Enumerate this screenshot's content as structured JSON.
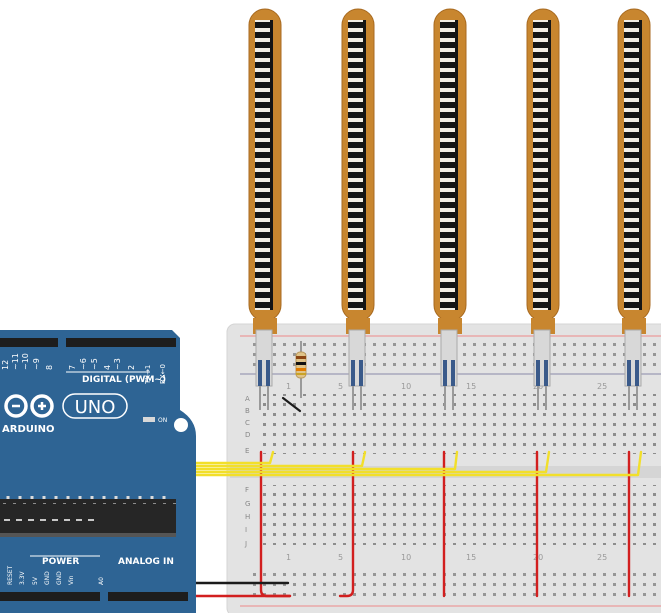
{
  "arduino": {
    "brand": "ARDUINO",
    "model": "UNO",
    "digital_label": "DIGITAL (PWM~)",
    "on_label": "ON",
    "power_label": "POWER",
    "analog_label": "ANALOG IN",
    "digital_pins": [
      "12",
      "~11",
      "~10",
      "~9",
      "8",
      "7",
      "~6",
      "~5",
      "4",
      "~3",
      "2",
      "TX→1",
      "RX←0"
    ],
    "power_pins": [
      "RESET",
      "3.3V",
      "5V",
      "GND",
      "GND",
      "Vin"
    ],
    "analog_pin_first": "A0"
  },
  "breadboard": {
    "column_numbers": [
      "1",
      "5",
      "10",
      "15",
      "20",
      "25"
    ],
    "rows_top": [
      "A",
      "B",
      "C",
      "D",
      "E"
    ],
    "rows_bottom": [
      "F",
      "G",
      "H",
      "I",
      "J"
    ]
  },
  "components": {
    "flex_sensor_count": 5,
    "resistor_count": 1
  },
  "colors": {
    "arduino_blue": "#2e6494",
    "flex_orange": "#c8862f",
    "wire_red": "#d21f1f",
    "wire_yellow": "#f2df2a",
    "wire_black": "#1b1b1b",
    "breadboard": "#e3e3e3"
  }
}
